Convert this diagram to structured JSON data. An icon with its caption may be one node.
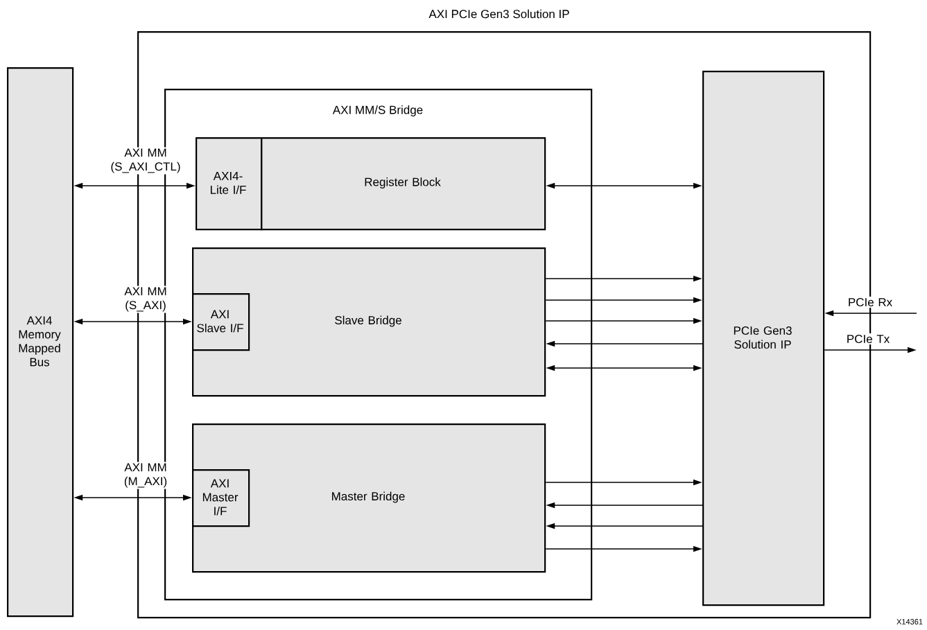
{
  "diagram": {
    "nodes": [
      {
        "text": [
          "AXI PCIe Gen3 Solution IP"
        ]
      },
      {
        "text": [
          "AXI4 Memory Mapped Bus"
        ]
      },
      {
        "text": [
          "AXI MM/S Bridge"
        ],
        "in": 0
      },
      {
        "text": [
          "Register Block"
        ],
        "in": 2
      },
      {
        "text": [
          "AXI4-Lite I/F"
        ],
        "in": 2
      },
      {
        "text": [
          "Slave Bridge"
        ],
        "in": 2
      },
      {
        "text": [
          "AXI Slave I/F"
        ],
        "in": 5
      },
      {
        "text": [
          "Master Bridge"
        ],
        "in": 2
      },
      {
        "text": [
          "AXI Master I/F"
        ],
        "in": 7
      },
      {
        "text": [
          "PCIe Gen3 Solution IP"
        ],
        "in": 0
      }
    ],
    "edges": [
      {
        "from": 1,
        "to": 4,
        "arrow": "both",
        "label": "AXI MM (S_AXI_CTL)"
      },
      {
        "from": 1,
        "to": 6,
        "arrow": "both",
        "label": "AXI MM (S_AXI)"
      },
      {
        "from": 1,
        "to": 8,
        "arrow": "both",
        "label": "AXI MM (M_AXI)"
      },
      {
        "from": 3,
        "to": 9,
        "arrow": "both"
      },
      {
        "from": 5,
        "to": 9,
        "arrow": "to"
      },
      {
        "from": 5,
        "to": 9,
        "arrow": "to"
      },
      {
        "from": 5,
        "to": 9,
        "arrow": "to"
      },
      {
        "from": 9,
        "to": 5,
        "arrow": "to"
      },
      {
        "from": 5,
        "to": 9,
        "arrow": "both"
      },
      {
        "from": 7,
        "to": 9,
        "arrow": "to"
      },
      {
        "from": 9,
        "to": 7,
        "arrow": "to"
      },
      {
        "from": 9,
        "to": 7,
        "arrow": "to"
      },
      {
        "from": 7,
        "to": 9,
        "arrow": "to"
      },
      {
        "from": null,
        "to": 9,
        "arrow": "to",
        "label": "PCIe Rx"
      },
      {
        "from": 9,
        "to": null,
        "arrow": "to",
        "label": "PCIe Tx"
      }
    ],
    "labels": [
      "X14361"
    ]
  }
}
